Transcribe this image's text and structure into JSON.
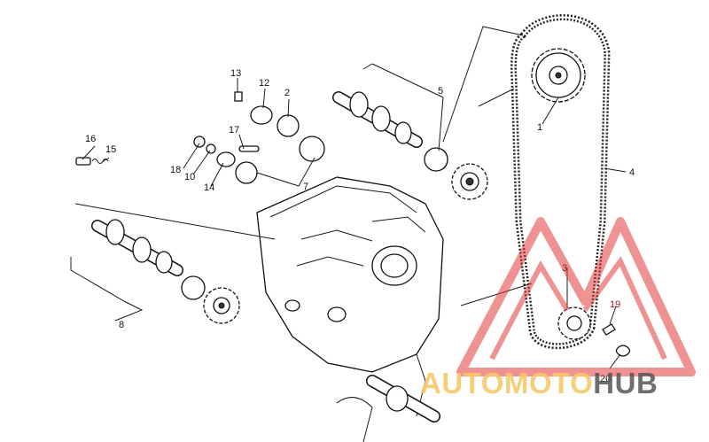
{
  "diagram": {
    "callouts": [
      {
        "id": "c1",
        "label": "1"
      },
      {
        "id": "c2",
        "label": "2"
      },
      {
        "id": "c3",
        "label": "3"
      },
      {
        "id": "c4",
        "label": "4"
      },
      {
        "id": "c5",
        "label": "5"
      },
      {
        "id": "c7",
        "label": "7"
      },
      {
        "id": "c8",
        "label": "8"
      },
      {
        "id": "c10",
        "label": "10"
      },
      {
        "id": "c12",
        "label": "12"
      },
      {
        "id": "c13",
        "label": "13"
      },
      {
        "id": "c14",
        "label": "14"
      },
      {
        "id": "c15",
        "label": "15"
      },
      {
        "id": "c16",
        "label": "16"
      },
      {
        "id": "c17",
        "label": "17"
      },
      {
        "id": "c18",
        "label": "18"
      },
      {
        "id": "c19",
        "label": "19"
      },
      {
        "id": "c20",
        "label": "20"
      }
    ]
  },
  "watermark": {
    "part1": "AUTOMOTO",
    "part2": "HUB",
    "triangle_color": "#e23a3a"
  }
}
